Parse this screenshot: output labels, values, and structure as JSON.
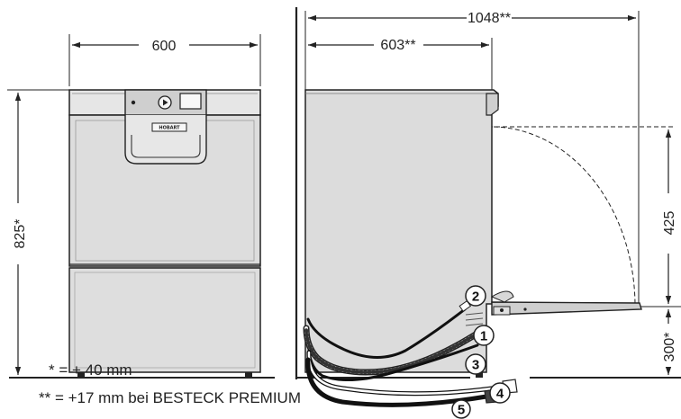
{
  "front_view": {
    "width_label": "600",
    "height_label": "825*",
    "brand_label": "HOBART"
  },
  "side_view": {
    "total_depth_label": "1048**",
    "depth_label": "603**",
    "door_height_label": "425",
    "base_height_label": "300*"
  },
  "callouts": [
    "1",
    "2",
    "3",
    "4",
    "5"
  ],
  "notes": {
    "note_1": "* = + 40 mm",
    "note_2": "** = +17 mm bei BESTECK PREMIUM"
  }
}
